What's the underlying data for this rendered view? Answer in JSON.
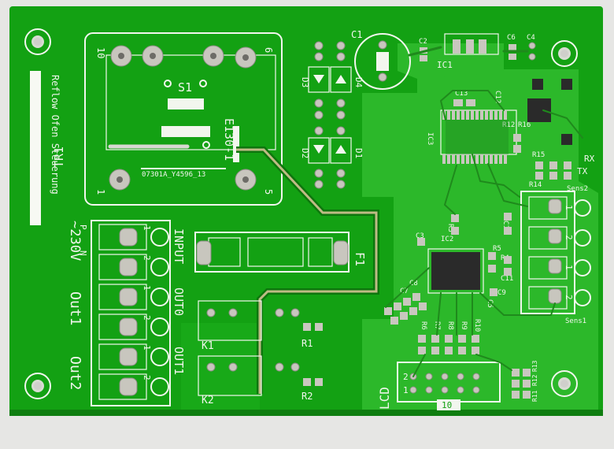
{
  "board": {
    "colors": {
      "background": "#e6e6e4",
      "pcb_green": "#13a113",
      "copper_green": "#2cb82a",
      "trace_green": "#1f8a1c",
      "silkscreen": "#f2f6ee",
      "pad_silver": "#c8c6be"
    },
    "title_vertical": "Reflow Ofen Steuerung",
    "transformer": {
      "ref": "TR1",
      "part": "07301A_Y4596_13",
      "side_label": "E130-1",
      "switch_ref": "S1",
      "pin_top_left": "10",
      "pin_top_right": "6",
      "pin_bottom_left": "1",
      "pin_bottom_right": "5"
    },
    "power": {
      "voltage": "~230V",
      "pins": [
        "P",
        "N"
      ]
    },
    "fuse": {
      "ref": "F1",
      "label": "INPUT"
    },
    "outputs": [
      {
        "label": "OUT0",
        "terminal": "Out1"
      },
      {
        "label": "OUT1",
        "terminal": "Out2"
      }
    ],
    "relays": [
      "K1",
      "K2"
    ],
    "resistors_left": [
      "R1",
      "R2"
    ],
    "diodes": [
      "D1",
      "D2",
      "D3",
      "D4"
    ],
    "capacitors": [
      "C1",
      "C2",
      "C3",
      "C4",
      "C5",
      "C6",
      "C7",
      "C8",
      "C9",
      "C10",
      "C11",
      "C12",
      "C13"
    ],
    "ics": [
      "IC1",
      "IC2",
      "IC3"
    ],
    "resistors_right": [
      "R3",
      "R4",
      "R5",
      "R6",
      "R7",
      "R8",
      "R9",
      "R10",
      "R11",
      "R12",
      "R13",
      "R14",
      "R15",
      "R16"
    ],
    "sensors": [
      "Sens1",
      "Sens2"
    ],
    "serial": [
      "TX",
      "RX"
    ],
    "lcd": {
      "label": "LCD",
      "rows": [
        "1",
        "2"
      ],
      "width_label": "10"
    },
    "terminal_numbers": [
      "1",
      "2"
    ]
  }
}
